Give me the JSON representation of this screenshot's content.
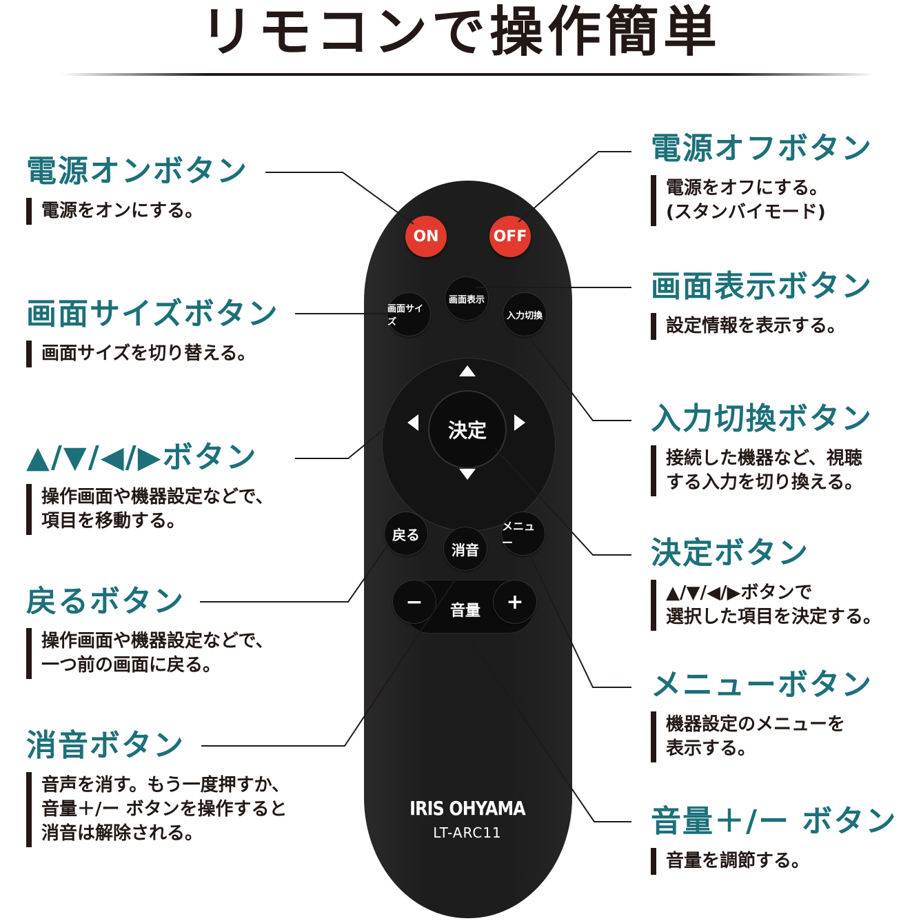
{
  "header": {
    "title": "リモコンで操作簡単"
  },
  "remote": {
    "on": "ON",
    "off": "OFF",
    "screen_size": "画面サイズ",
    "screen_display": "画面表示",
    "input_switch": "入力切換",
    "ok": "決定",
    "back": "戻る",
    "mute": "消音",
    "menu": "メニュー",
    "vol_minus": "−",
    "vol_plus": "+",
    "volume": "音量",
    "brand": "IRIS OHYAMA",
    "model": "LT-ARC11"
  },
  "labels": {
    "power_on": {
      "title": "電源オンボタン",
      "desc": "電源をオンにする。"
    },
    "screen_size": {
      "title": "画面サイズボタン",
      "desc": "画面サイズを切り替える。"
    },
    "arrows": {
      "title": "▲/▼/◀/▶ボタン",
      "desc": "操作画面や機器設定などで、\n項目を移動する。"
    },
    "back": {
      "title": "戻るボタン",
      "desc": "操作画面や機器設定などで、\n一つ前の画面に戻る。"
    },
    "mute": {
      "title": "消音ボタン",
      "desc": "音声を消す。もう一度押すか、\n音量＋/ー ボタンを操作すると\n消音は解除される。"
    },
    "power_off": {
      "title": "電源オフボタン",
      "desc": "電源をオフにする。\n(スタンバイモード)"
    },
    "display": {
      "title": "画面表示ボタン",
      "desc": "設定情報を表示する。"
    },
    "input": {
      "title": "入力切換ボタン",
      "desc": "接続した機器など、視聴\nする入力を切り換える。"
    },
    "enter": {
      "title": "決定ボタン",
      "desc": "▲/▼/◀/▶ボタンで\n選択した項目を決定する。"
    },
    "menu": {
      "title": "メニューボタン",
      "desc": "機器設定のメニューを\n表示する。"
    },
    "volume": {
      "title": "音量＋/ー ボタン",
      "desc": "音量を調節する。"
    }
  },
  "colors": {
    "accent": "#1c7079",
    "text": "#231815",
    "power_red": "#e23a2d",
    "remote_body": "#1d1d1d"
  }
}
